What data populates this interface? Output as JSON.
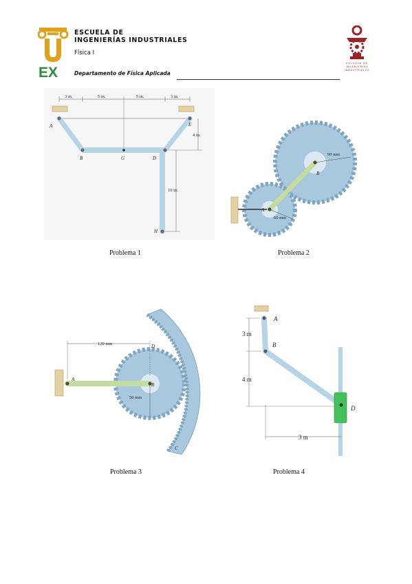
{
  "header": {
    "school_line1": "ESCUELA DE",
    "school_line2": "INGENIERÍAS INDUSTRIALES",
    "course": "Física I",
    "department": "Departamento de Física Aplicada",
    "logo_letters": "EX",
    "seal_text_lines": [
      "ESCUELA DE",
      "INGENIERÍAS",
      "INDUSTRIALES"
    ]
  },
  "colors": {
    "logo_gold": "#e0a21b",
    "logo_green": "#2e8b3a",
    "seal_red": "#9b2226",
    "metal_blue": "#b7d3e6",
    "gear_blue": "#a9c8de",
    "slider_green": "#45c05a",
    "wall_tan": "#e3d0a4"
  },
  "figures": [
    {
      "caption": "Problema 1",
      "dimensions": [
        "3 in.",
        "5 in.",
        "5 in.",
        "3 in.",
        "4 in.",
        "10 in."
      ],
      "points": [
        "A",
        "B",
        "G",
        "D",
        "E",
        "H"
      ]
    },
    {
      "caption": "Problema 2",
      "dimensions": [
        "90 mm",
        "60 mm"
      ],
      "points": [
        "A",
        "B"
      ]
    },
    {
      "caption": "Problema 3",
      "dimensions": [
        "120 mm",
        "50 mm"
      ],
      "points": [
        "A",
        "B",
        "D",
        "C"
      ]
    },
    {
      "caption": "Problema 4",
      "dimensions": [
        "3 m",
        "4 m",
        "3 m"
      ],
      "points": [
        "A",
        "B",
        "D"
      ]
    }
  ]
}
